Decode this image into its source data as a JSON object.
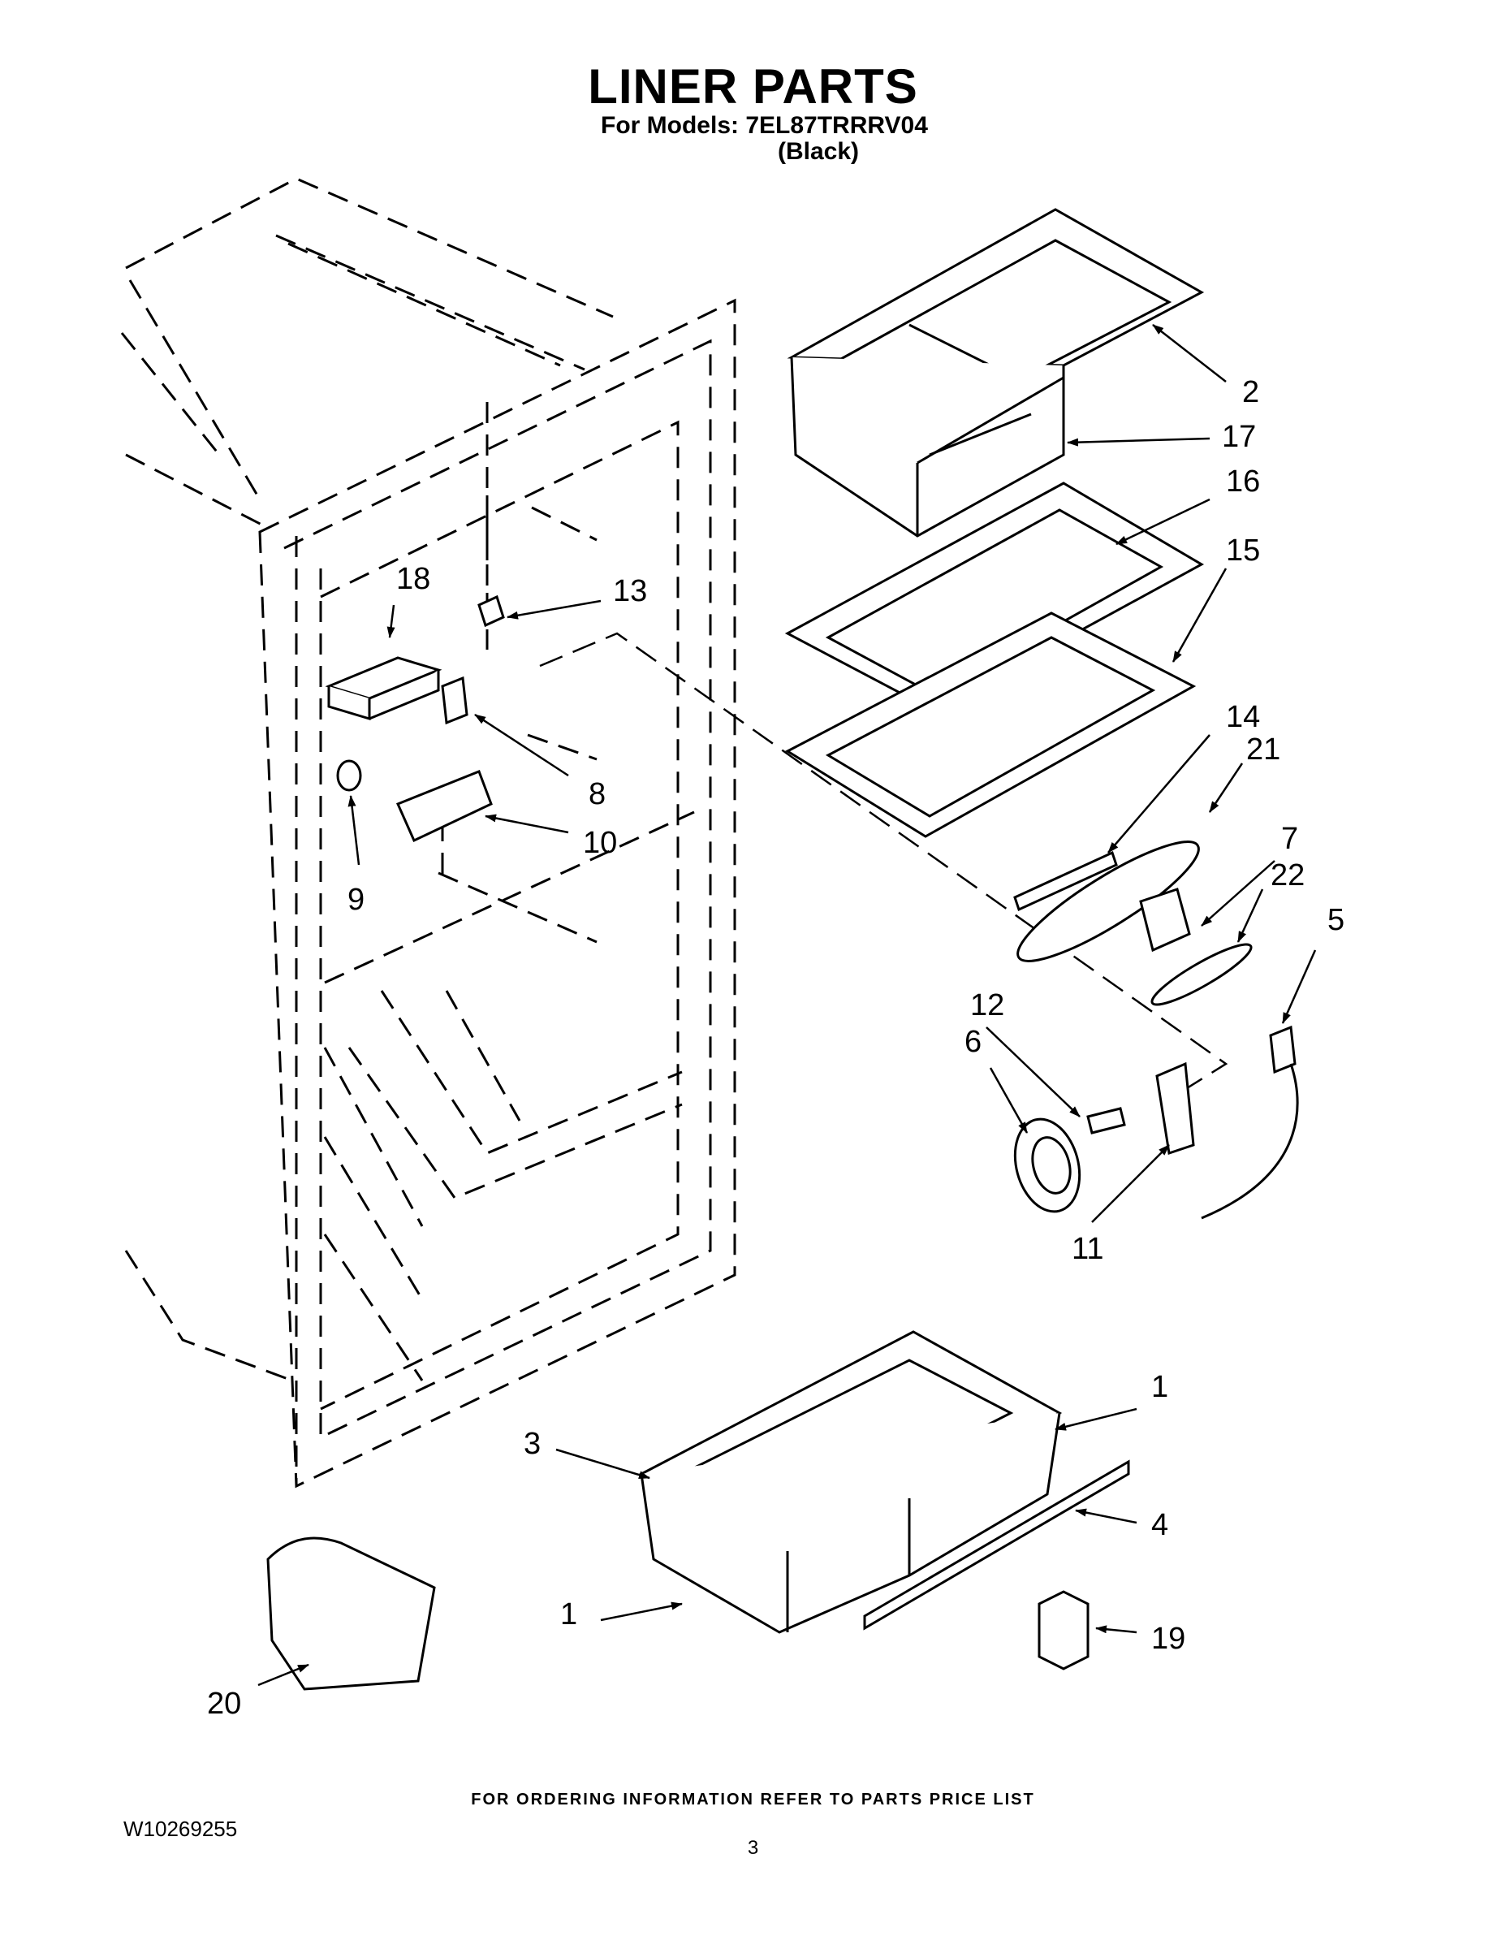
{
  "header": {
    "title": "LINER PARTS",
    "models_line": "For Models: 7EL87TRRRV04",
    "color_line": "(Black)"
  },
  "callouts": [
    "1",
    "1",
    "2",
    "3",
    "4",
    "5",
    "6",
    "7",
    "8",
    "9",
    "10",
    "11",
    "12",
    "13",
    "14",
    "15",
    "16",
    "17",
    "18",
    "19",
    "20",
    "21",
    "22"
  ],
  "footer": {
    "note": "FOR ORDERING INFORMATION REFER TO PARTS PRICE LIST",
    "doc_number": "W10269255",
    "page": "3"
  }
}
